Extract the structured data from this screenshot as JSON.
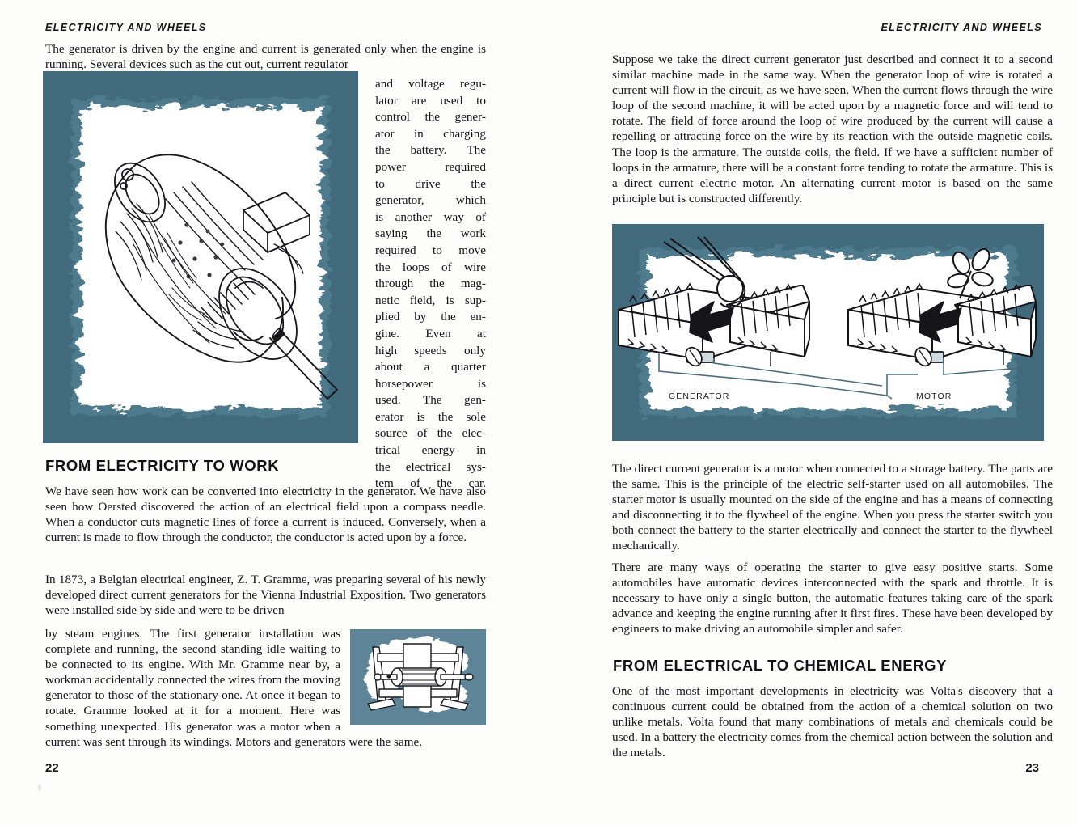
{
  "document": {
    "title": "Electricity and Wheels",
    "running_head_left": "ELECTRICITY AND WHEELS",
    "running_head_right": "ELECTRICITY AND WHEELS"
  },
  "colors": {
    "plate_border_teal": "#4d7a8d",
    "plate_border_teal_dark": "#3c6678",
    "ink": "#14141a",
    "paper": "#fdfdfc"
  },
  "left_page": {
    "folio": "22",
    "intro_paragraph": "The generator is driven by the engine and current is generated only when the engine is running. Several devices such as the cut out, current regulator",
    "wrap_lines": [
      "and voltage regu-",
      "lator are used to",
      "control the gener-",
      "ator in charging",
      "the battery. The",
      "power required",
      "to drive the",
      "generator, which",
      "is another way of",
      "saying the work",
      "required to move",
      "the loops of wire",
      "through the mag-",
      "netic field, is sup-",
      "plied by the en-",
      "gine. Even at",
      "high speeds only",
      "about a quarter",
      "horsepower is",
      "used. The gen-",
      "erator is the sole",
      "source of the elec-",
      "trical energy in",
      "the electrical sys-",
      "tem of the car."
    ],
    "section_heading": "FROM ELECTRICITY TO WORK",
    "paragraph_1": "We have seen how work can be converted into electricity in the generator. We have also seen how Oersted discovered the action of an electrical field upon a compass needle. When a conductor cuts magnetic lines of force a current is induced. Conversely, when a current is made to flow through the conductor, the conductor is acted upon by a force.",
    "paragraph_2": "In 1873, a Belgian electrical engineer, Z. T. Gramme, was preparing several of his newly developed direct current generators for the Vienna Industrial Exposition. Two generators were installed side by side and were to be driven",
    "paragraph_3": "by steam engines. The first generator installation was complete and running, the second standing idle waiting to be connected to its engine. With Mr. Gramme near by, a workman accidentally connected the wires from the moving generator to those of the stationary one. At once it began to rotate. Gramme looked at it for a moment. Here was something unexpected. His generator was a motor when a current was sent through its windings. Motors and generators were the same."
  },
  "right_page": {
    "folio": "23",
    "paragraph_1": "Suppose we take the direct current generator just described and connect it to a second similar machine made in the same way. When the generator loop of wire is rotated a current will flow in the circuit, as we have seen. When the current flows through the wire loop of the second machine, it will be acted upon by a magnetic force and will tend to rotate. The field of force around the loop of wire produced by the current will cause a repelling or attracting force on the wire by its reaction with the outside magnetic coils. The loop is the armature. The outside coils, the field. If we have a sufficient number of loops in the armature, there will be a constant force tending to rotate the armature. This is a direct current electric motor. An alternating current motor is based on the same principle but is constructed differently.",
    "paragraph_2": "The direct current generator is a motor when connected to a storage battery. The parts are the same. This is the principle of the electric self-starter used on all automobiles. The starter motor is usually mounted on the side of the engine and has a means of connecting and disconnecting it to the flywheel of the engine. When you press the starter switch you both connect the battery to the starter electrically and connect the starter to the flywheel mechanically.",
    "paragraph_3": "There are many ways of operating the starter to give easy positive starts. Some automobiles have automatic devices interconnected with the spark and throttle. It is necessary to have only a single button, the automatic features taking care of the spark advance and keeping the engine running after it first fires. These have been developed by engineers to make driving an automobile simpler and safer.",
    "section_heading": "FROM ELECTRICAL TO CHEMICAL ENERGY",
    "paragraph_4": "One of the most important developments in electricity was Volta's discovery that a continuous current could be obtained from the action of a chemical solution on two unlike metals. Volta found that many combinations of metals and chemicals could be used. In a battery the electricity comes from the chemical action between the solution and the metals."
  },
  "figures": {
    "generator_plate": {
      "name": "cutaway-dc-generator-illustration",
      "description": "Line drawing of a cylindrical direct-current automobile generator with armature windings, commutator and drive shaft, on a white field with a teal brush-stroke border"
    },
    "diagram_plate": {
      "name": "generator-motor-circuit-diagram",
      "description": "Two field-coil machines wired together: a belt-driven generator on the left supplying current to a fan-equipped motor on the right",
      "label_generator": "GENERATOR",
      "label_motor": "MOTOR"
    },
    "inset_plate": {
      "name": "gramme-generator-on-stand-inset",
      "description": "Small teal-background inset of a generator mounted on a frame stand"
    }
  }
}
